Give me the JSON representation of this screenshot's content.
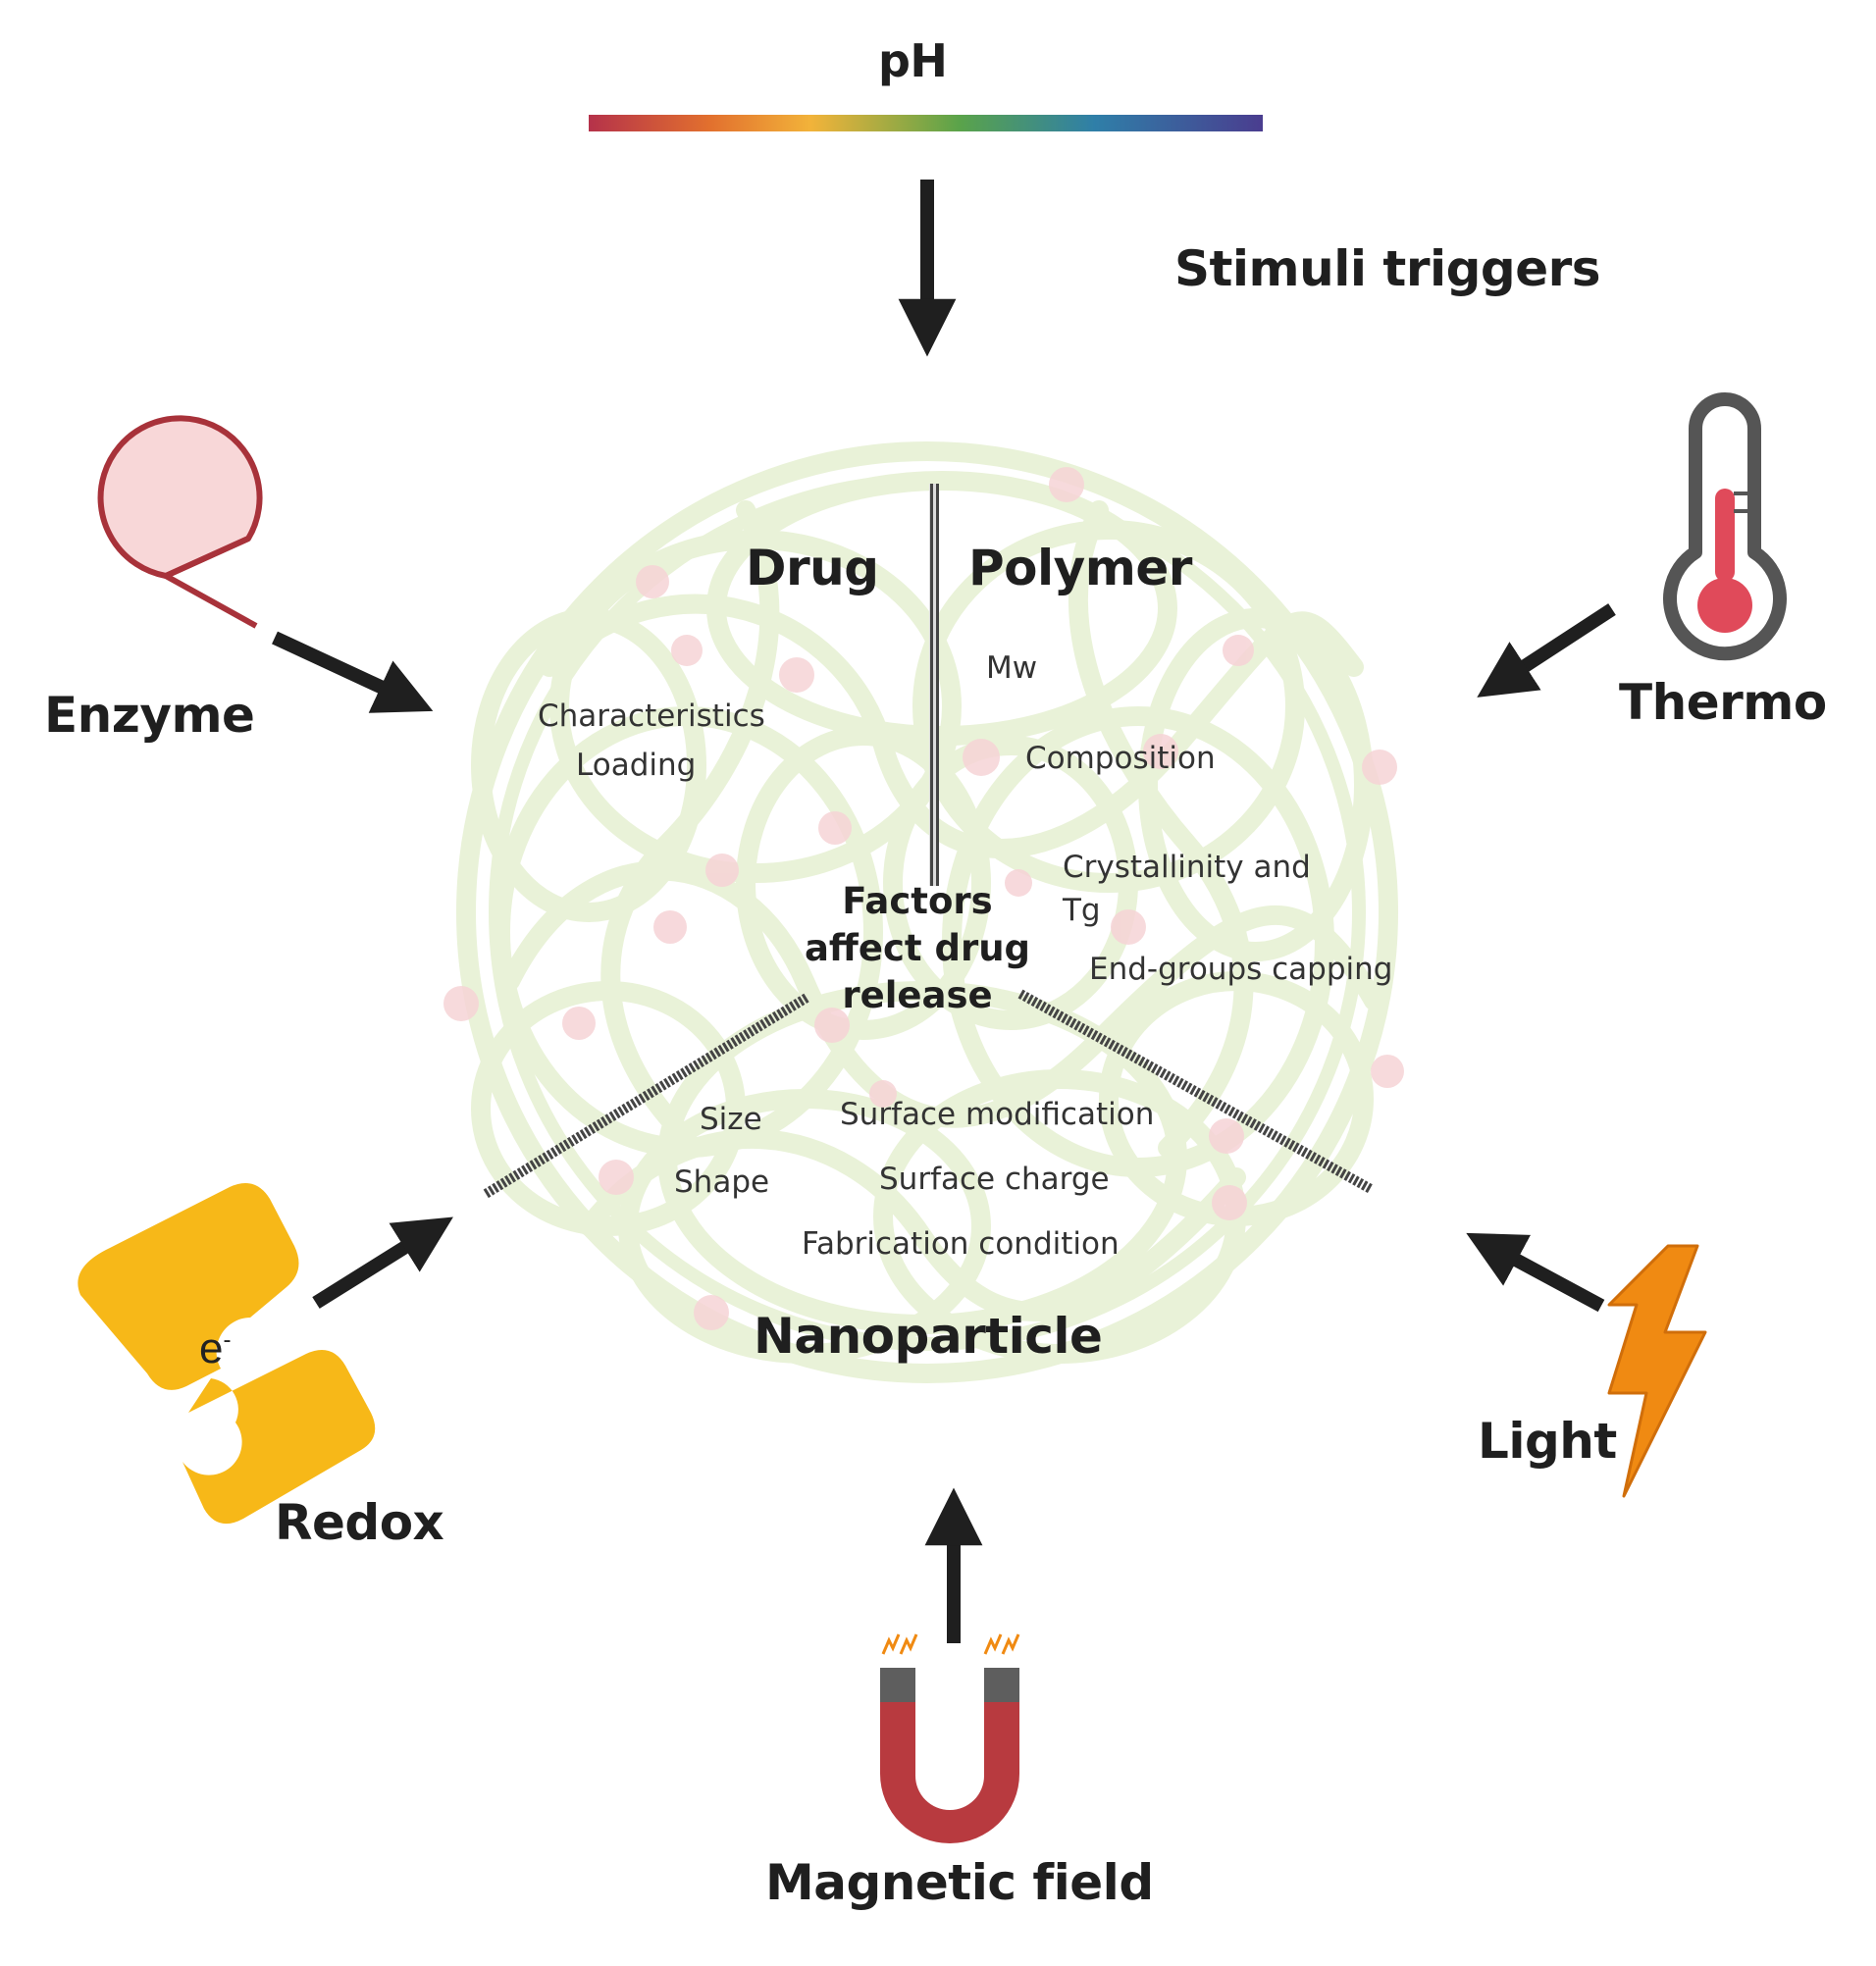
{
  "stimuli": {
    "title": "Stimuli triggers",
    "ph": "pH",
    "enzyme": "Enzyme",
    "thermo": "Thermo",
    "redox": "Redox",
    "redox_symbol": "e",
    "redox_superscript": "-",
    "light": "Light",
    "magnetic": "Magnetic field"
  },
  "center": {
    "line1": "Factors",
    "line2": "affect drug",
    "line3": "release"
  },
  "drug": {
    "heading": "Drug",
    "factors": [
      "Characteristics",
      "Loading"
    ]
  },
  "polymer": {
    "heading": "Polymer",
    "factors": [
      "Mw",
      "Composition",
      "Crystallinity and",
      "Tg",
      "End-groups capping"
    ]
  },
  "nanoparticle": {
    "heading": "Nanoparticle",
    "factors": [
      "Size",
      "Shape",
      "Surface modification",
      "Surface charge",
      "Fabrication condition"
    ]
  },
  "colors": {
    "arrow": "#1f1f1f",
    "polymer_coil": "#e9f2d8",
    "dot": "#f6d3d6",
    "enzyme_fill": "#f8d7d8",
    "enzyme_stroke": "#a8323a",
    "thermo_red": "#e04a5a",
    "thermo_gray": "#555555",
    "redox": "#f7b818",
    "light": "#f08a12",
    "magnet_red": "#b83a3f",
    "magnet_gray": "#5e5e5e"
  }
}
